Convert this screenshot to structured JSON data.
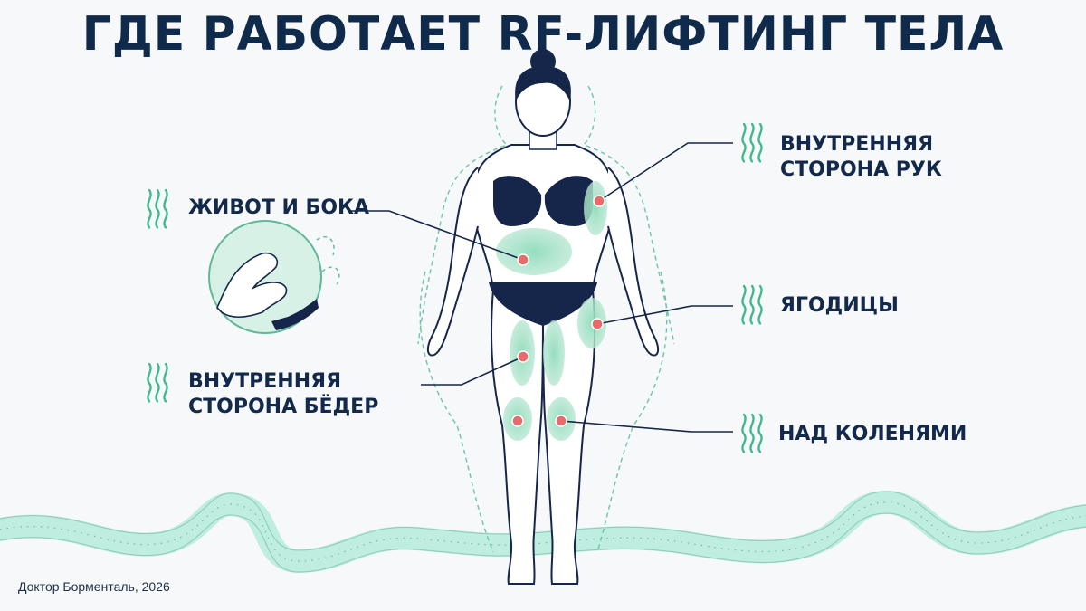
{
  "title": "ГДЕ РАБОТАЕТ RF-ЛИФТИНГ ТЕЛА",
  "zones": [
    {
      "id": "belly",
      "lines": [
        "ЖИВОТ И БОКА"
      ]
    },
    {
      "id": "inner-arms",
      "lines": [
        "ВНУТРЕННЯЯ",
        "СТОРОНА РУК"
      ]
    },
    {
      "id": "buttocks",
      "lines": [
        "ЯГОДИЦЫ"
      ]
    },
    {
      "id": "inner-thighs",
      "lines": [
        "ВНУТРЕННЯЯ",
        "СТОРОНА БЁДЕР"
      ]
    },
    {
      "id": "above-knees",
      "lines": [
        "НАД КОЛЕНЯМИ"
      ]
    }
  ],
  "credit": "Доктор Борменталь, 2026",
  "colors": {
    "title": "#0f2a4a",
    "label": "#13294b",
    "accent_green": "#3fb98b",
    "zone_fill": "#bfe8d6",
    "tape": "#bfeee0",
    "dot": "#e86a6a",
    "garment": "#16264a"
  },
  "icons": {
    "zone_marker": "heat-waves-icon",
    "inset": "pinch-skin-illustration"
  }
}
